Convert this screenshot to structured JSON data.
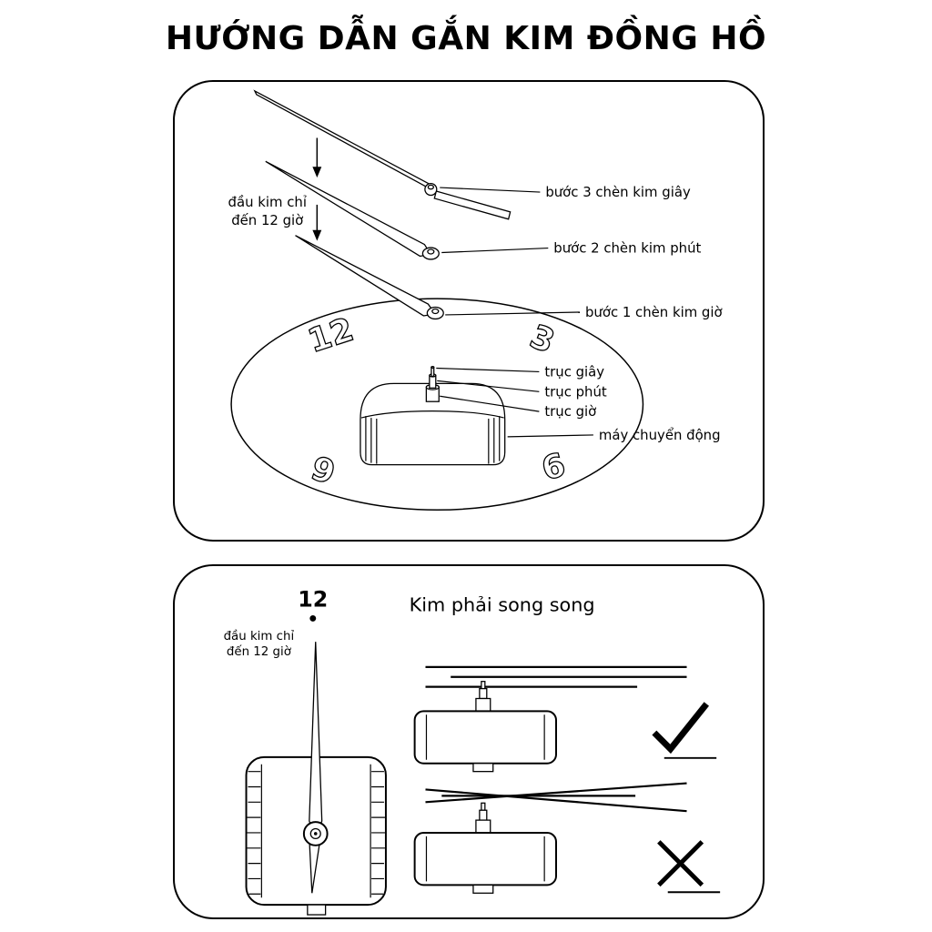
{
  "title": "HƯỚNG DẪN GẮN KIM ĐỒNG HỒ",
  "colors": {
    "ink": "#000000",
    "paper": "#ffffff"
  },
  "icons": {
    "correct": "check-icon",
    "incorrect": "x-icon"
  },
  "top_panel": {
    "pointer_note": {
      "line1": "đầu kim chỉ",
      "line2": "đến 12 giờ"
    },
    "steps": {
      "step3": "bước 3 chèn kim giây",
      "step2": "bước 2 chèn kim phút",
      "step1": "bước 1 chèn kim giờ"
    },
    "shafts": {
      "second": "trục giây",
      "minute": "trục phút",
      "hour": "trục giờ"
    },
    "movement_label": "máy chuyển động",
    "clock_numbers": {
      "n12": "12",
      "n3": "3",
      "n6": "6",
      "n9": "9"
    }
  },
  "bottom_panel": {
    "twelve": "12",
    "pointer_note": {
      "line1": "đầu kim chỉ",
      "line2": "đến 12 giờ"
    },
    "heading": "Kim phải song song"
  }
}
